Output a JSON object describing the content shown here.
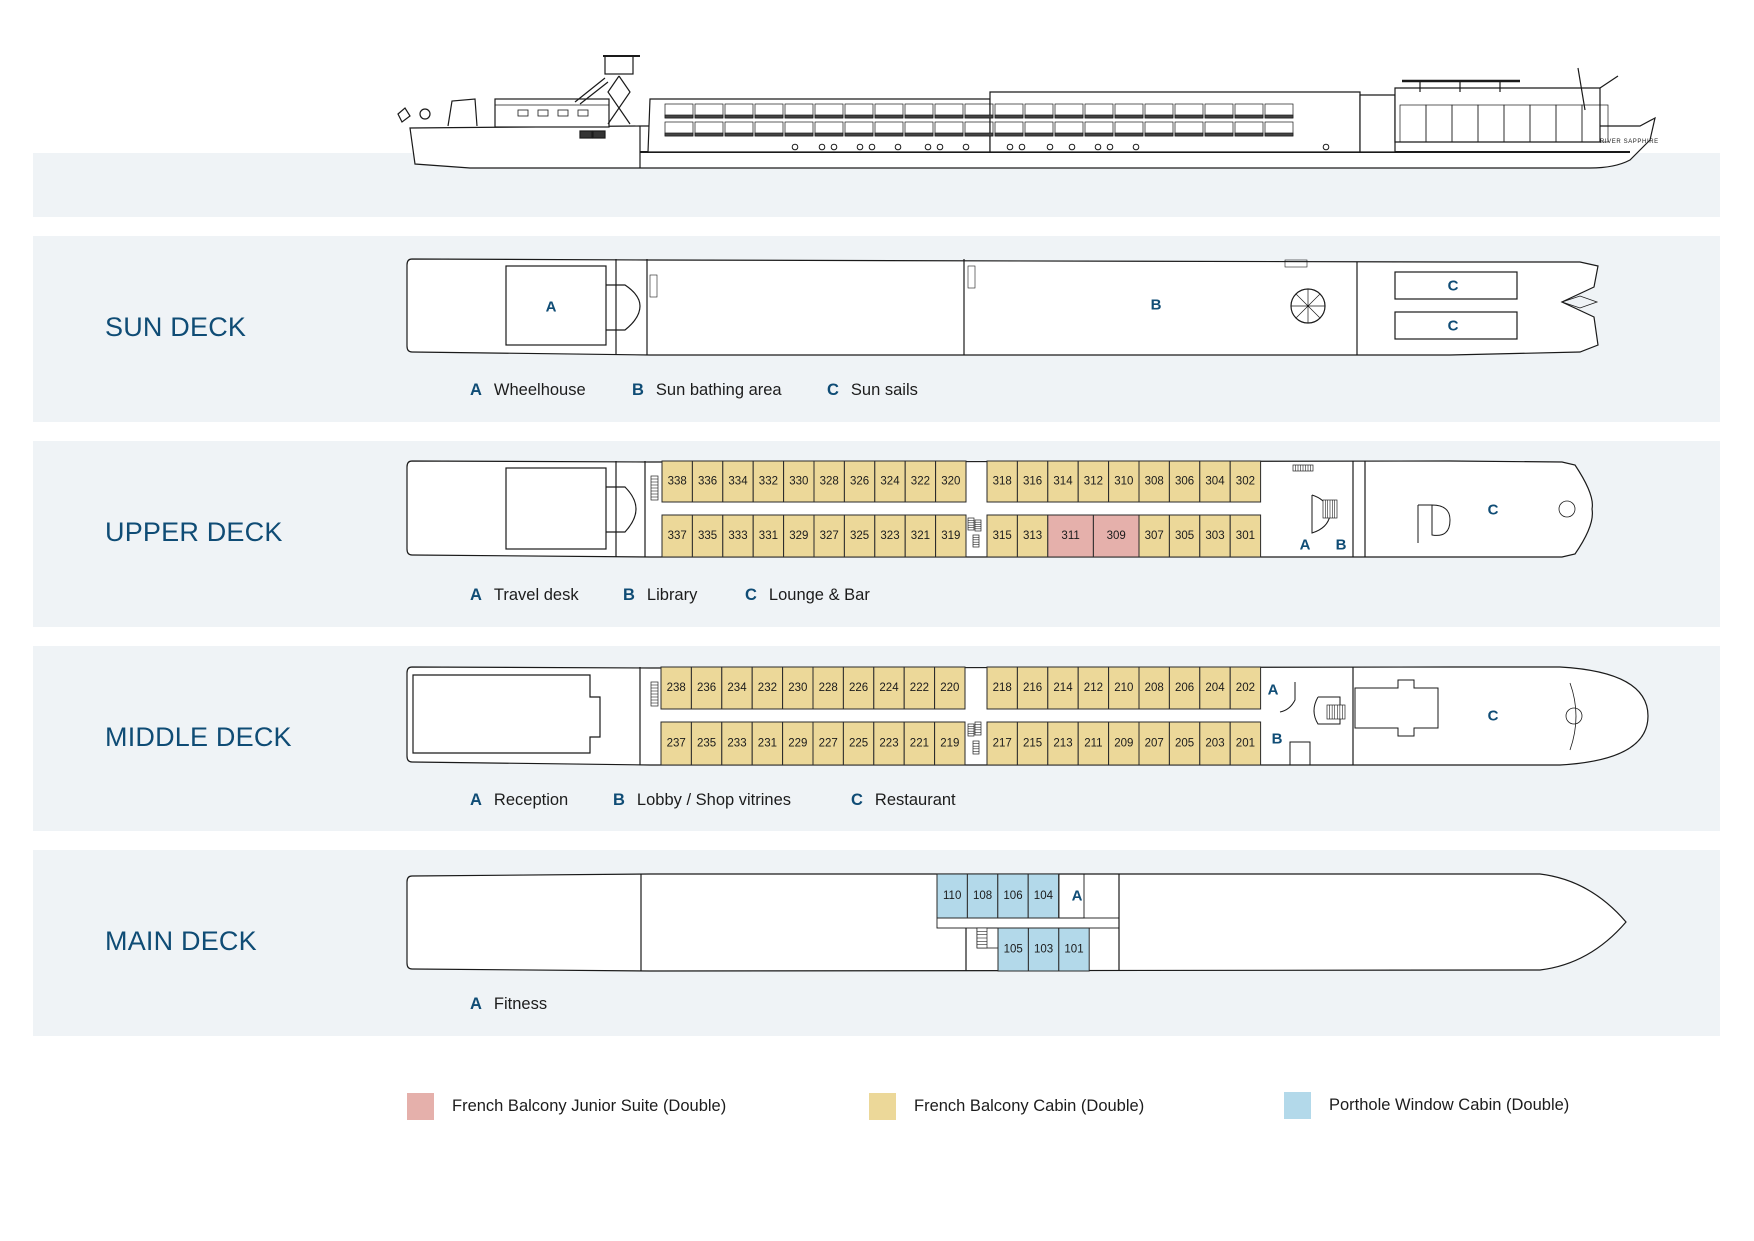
{
  "ship": {
    "name": "RIVER SAPPHIRE"
  },
  "colors": {
    "deck_title": "#0f4c75",
    "band_bg": "#eff3f6",
    "junior_suite": "#e5b0ab",
    "balcony_cabin": "#ecd899",
    "porthole_cabin": "#b3d9ea"
  },
  "decks": [
    {
      "id": "sun",
      "title": "SUN DECK",
      "key": [
        {
          "letter": "A",
          "label": "Wheelhouse"
        },
        {
          "letter": "B",
          "label": "Sun bathing area"
        },
        {
          "letter": "C",
          "label": "Sun sails"
        }
      ],
      "plan_letters": {
        "wheelhouse": "A",
        "sunbathing": "B",
        "sail1": "C",
        "sail2": "C"
      }
    },
    {
      "id": "upper",
      "title": "UPPER DECK",
      "key": [
        {
          "letter": "A",
          "label": "Travel desk"
        },
        {
          "letter": "B",
          "label": "Library"
        },
        {
          "letter": "C",
          "label": "Lounge & Bar"
        }
      ],
      "plan_letters": {
        "a": "A",
        "b": "B",
        "c": "C"
      },
      "cabins_top_aft": [
        "338",
        "336",
        "334",
        "332",
        "330",
        "328",
        "326",
        "324",
        "322",
        "320"
      ],
      "cabins_top_fwd": [
        "318",
        "316",
        "314",
        "312",
        "310",
        "308",
        "306",
        "304",
        "302"
      ],
      "cabins_bottom_aft": [
        "337",
        "335",
        "333",
        "331",
        "329",
        "327",
        "325",
        "323",
        "321",
        "319"
      ],
      "cabins_bottom_fwd": [
        {
          "num": "315",
          "type": "balcony_cabin"
        },
        {
          "num": "313",
          "type": "balcony_cabin"
        },
        {
          "num": "311",
          "type": "junior_suite"
        },
        {
          "num": "309",
          "type": "junior_suite"
        },
        {
          "num": "307",
          "type": "balcony_cabin"
        },
        {
          "num": "305",
          "type": "balcony_cabin"
        },
        {
          "num": "303",
          "type": "balcony_cabin"
        },
        {
          "num": "301",
          "type": "balcony_cabin"
        }
      ]
    },
    {
      "id": "middle",
      "title": "MIDDLE DECK",
      "key": [
        {
          "letter": "A",
          "label": "Reception"
        },
        {
          "letter": "B",
          "label": "Lobby / Shop vitrines"
        },
        {
          "letter": "C",
          "label": "Restaurant"
        }
      ],
      "plan_letters": {
        "a": "A",
        "b": "B",
        "c": "C"
      },
      "cabins_top_aft": [
        "238",
        "236",
        "234",
        "232",
        "230",
        "228",
        "226",
        "224",
        "222",
        "220"
      ],
      "cabins_top_fwd": [
        "218",
        "216",
        "214",
        "212",
        "210",
        "208",
        "206",
        "204",
        "202"
      ],
      "cabins_bottom_aft": [
        "237",
        "235",
        "233",
        "231",
        "229",
        "227",
        "225",
        "223",
        "221",
        "219"
      ],
      "cabins_bottom_fwd": [
        "217",
        "215",
        "213",
        "211",
        "209",
        "207",
        "205",
        "203",
        "201"
      ]
    },
    {
      "id": "main",
      "title": "MAIN DECK",
      "key": [
        {
          "letter": "A",
          "label": "Fitness"
        }
      ],
      "plan_letters": {
        "a": "A"
      },
      "cabins_top": [
        "110",
        "108",
        "106",
        "104"
      ],
      "cabins_bottom": [
        "105",
        "103",
        "101"
      ]
    }
  ],
  "legend": [
    {
      "type": "junior_suite",
      "label": "French Balcony Junior Suite (Double)",
      "color": "#e5b0ab"
    },
    {
      "type": "balcony_cabin",
      "label": "French Balcony Cabin (Double)",
      "color": "#ecd899"
    },
    {
      "type": "porthole_cabin",
      "label": "Porthole Window Cabin (Double)",
      "color": "#b3d9ea"
    }
  ]
}
